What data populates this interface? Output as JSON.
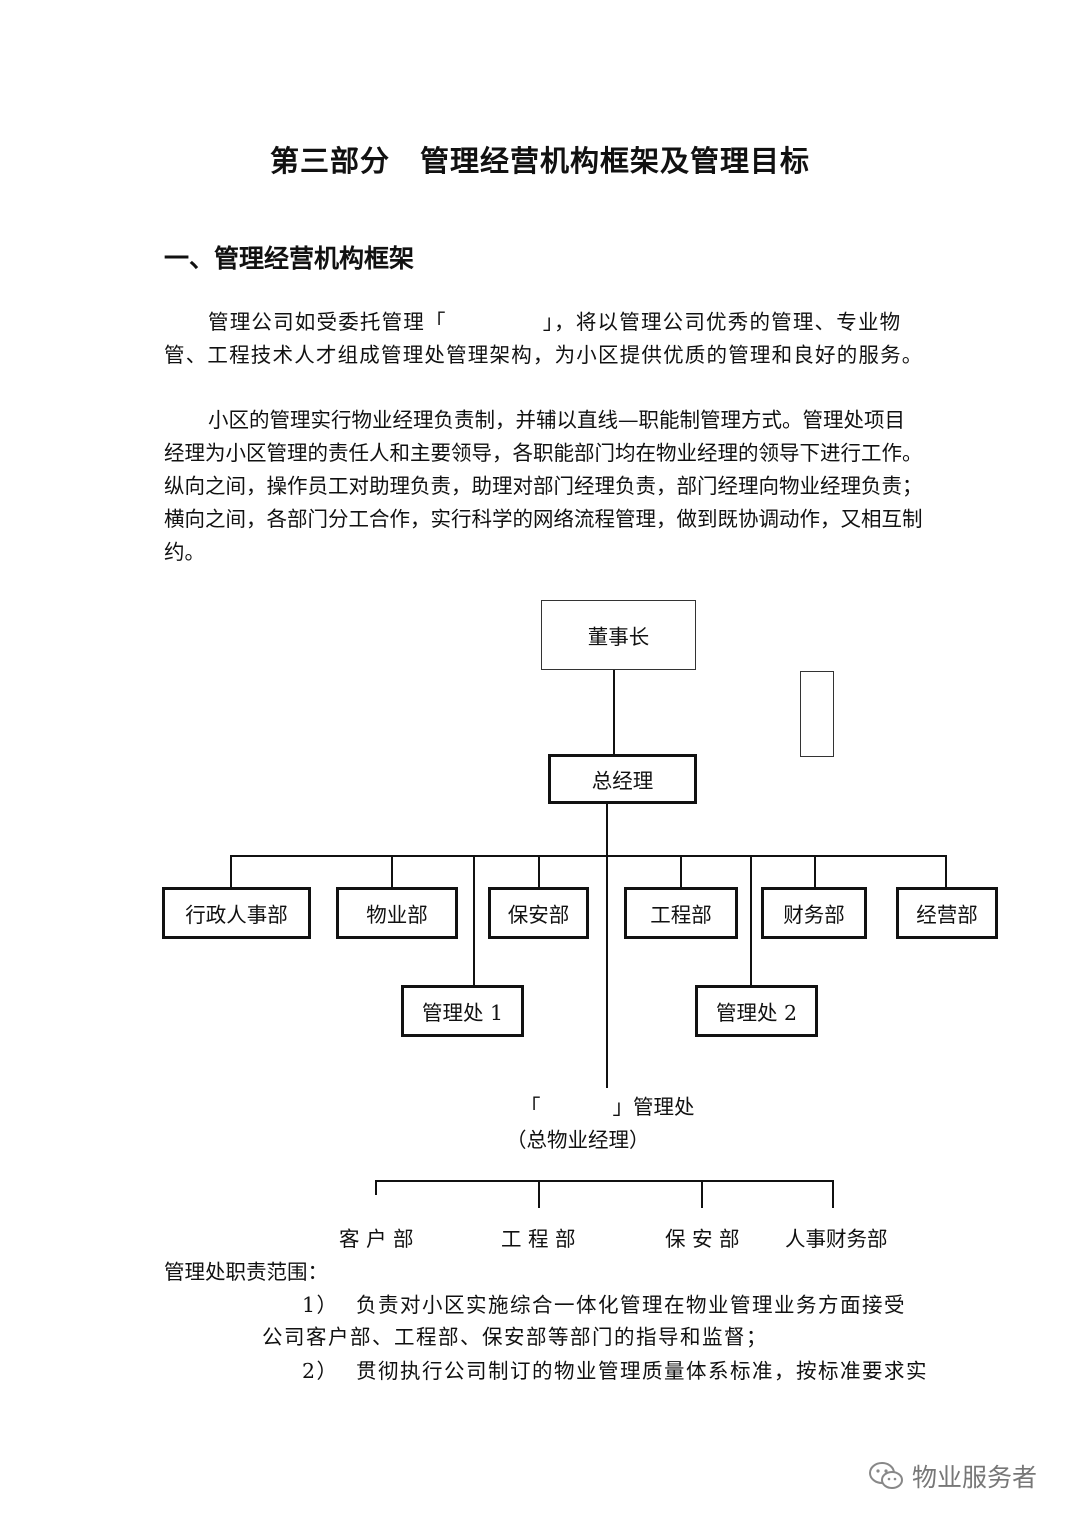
{
  "document": {
    "title": "第三部分　管理经营机构框架及管理目标",
    "section_heading": "一、管理经营机构框架",
    "para1": {
      "before_bracket": "管理公司如受委托管理「",
      "after_bracket": "」，将以管理公司优秀的管理、专业物管、工程技术人才组成管理处管理架构，为小区提供优质的管理和良好的服务。"
    },
    "para2": "小区的管理实行物业经理负责制，并辅以直线—职能制管理方式。管理处项目经理为小区管理的责任人和主要领导，各职能部门均在物业经理的领导下进行工作。纵向之间，操作员工对助理负责，助理对部门经理负责，部门经理向物业经理负责；横向之间，各部门分工合作，实行科学的网络流程管理，做到既协调动作，又相互制约。"
  },
  "org_chart": {
    "chairman": "董事长",
    "general_manager": "总经理",
    "departments": [
      "行政人事部",
      "物业部",
      "保安部",
      "工程部",
      "财务部",
      "经营部"
    ],
    "office1": "管理处 1",
    "office2": "管理处 2",
    "site_office": {
      "open_bracket": "「",
      "close_bracket": "」管理处",
      "subtitle": "（总物业经理）"
    },
    "site_departments": [
      "客 户 部",
      "工 程 部",
      "保 安 部",
      "人事财务部"
    ]
  },
  "duties": {
    "heading": "管理处职责范围：",
    "item1_num": "1）",
    "item1_line1": "负责对小区实施综合一体化管理在物业管理业务方面接受",
    "item1_line2": "公司客户部、工程部、保安部等部门的指导和监督；",
    "item2_num": "2）",
    "item2_line1": "贯彻执行公司制订的物业管理质量体系标准，按标准要求实"
  },
  "watermark": {
    "icon": "wechat-icon",
    "text": "物业服务者"
  }
}
